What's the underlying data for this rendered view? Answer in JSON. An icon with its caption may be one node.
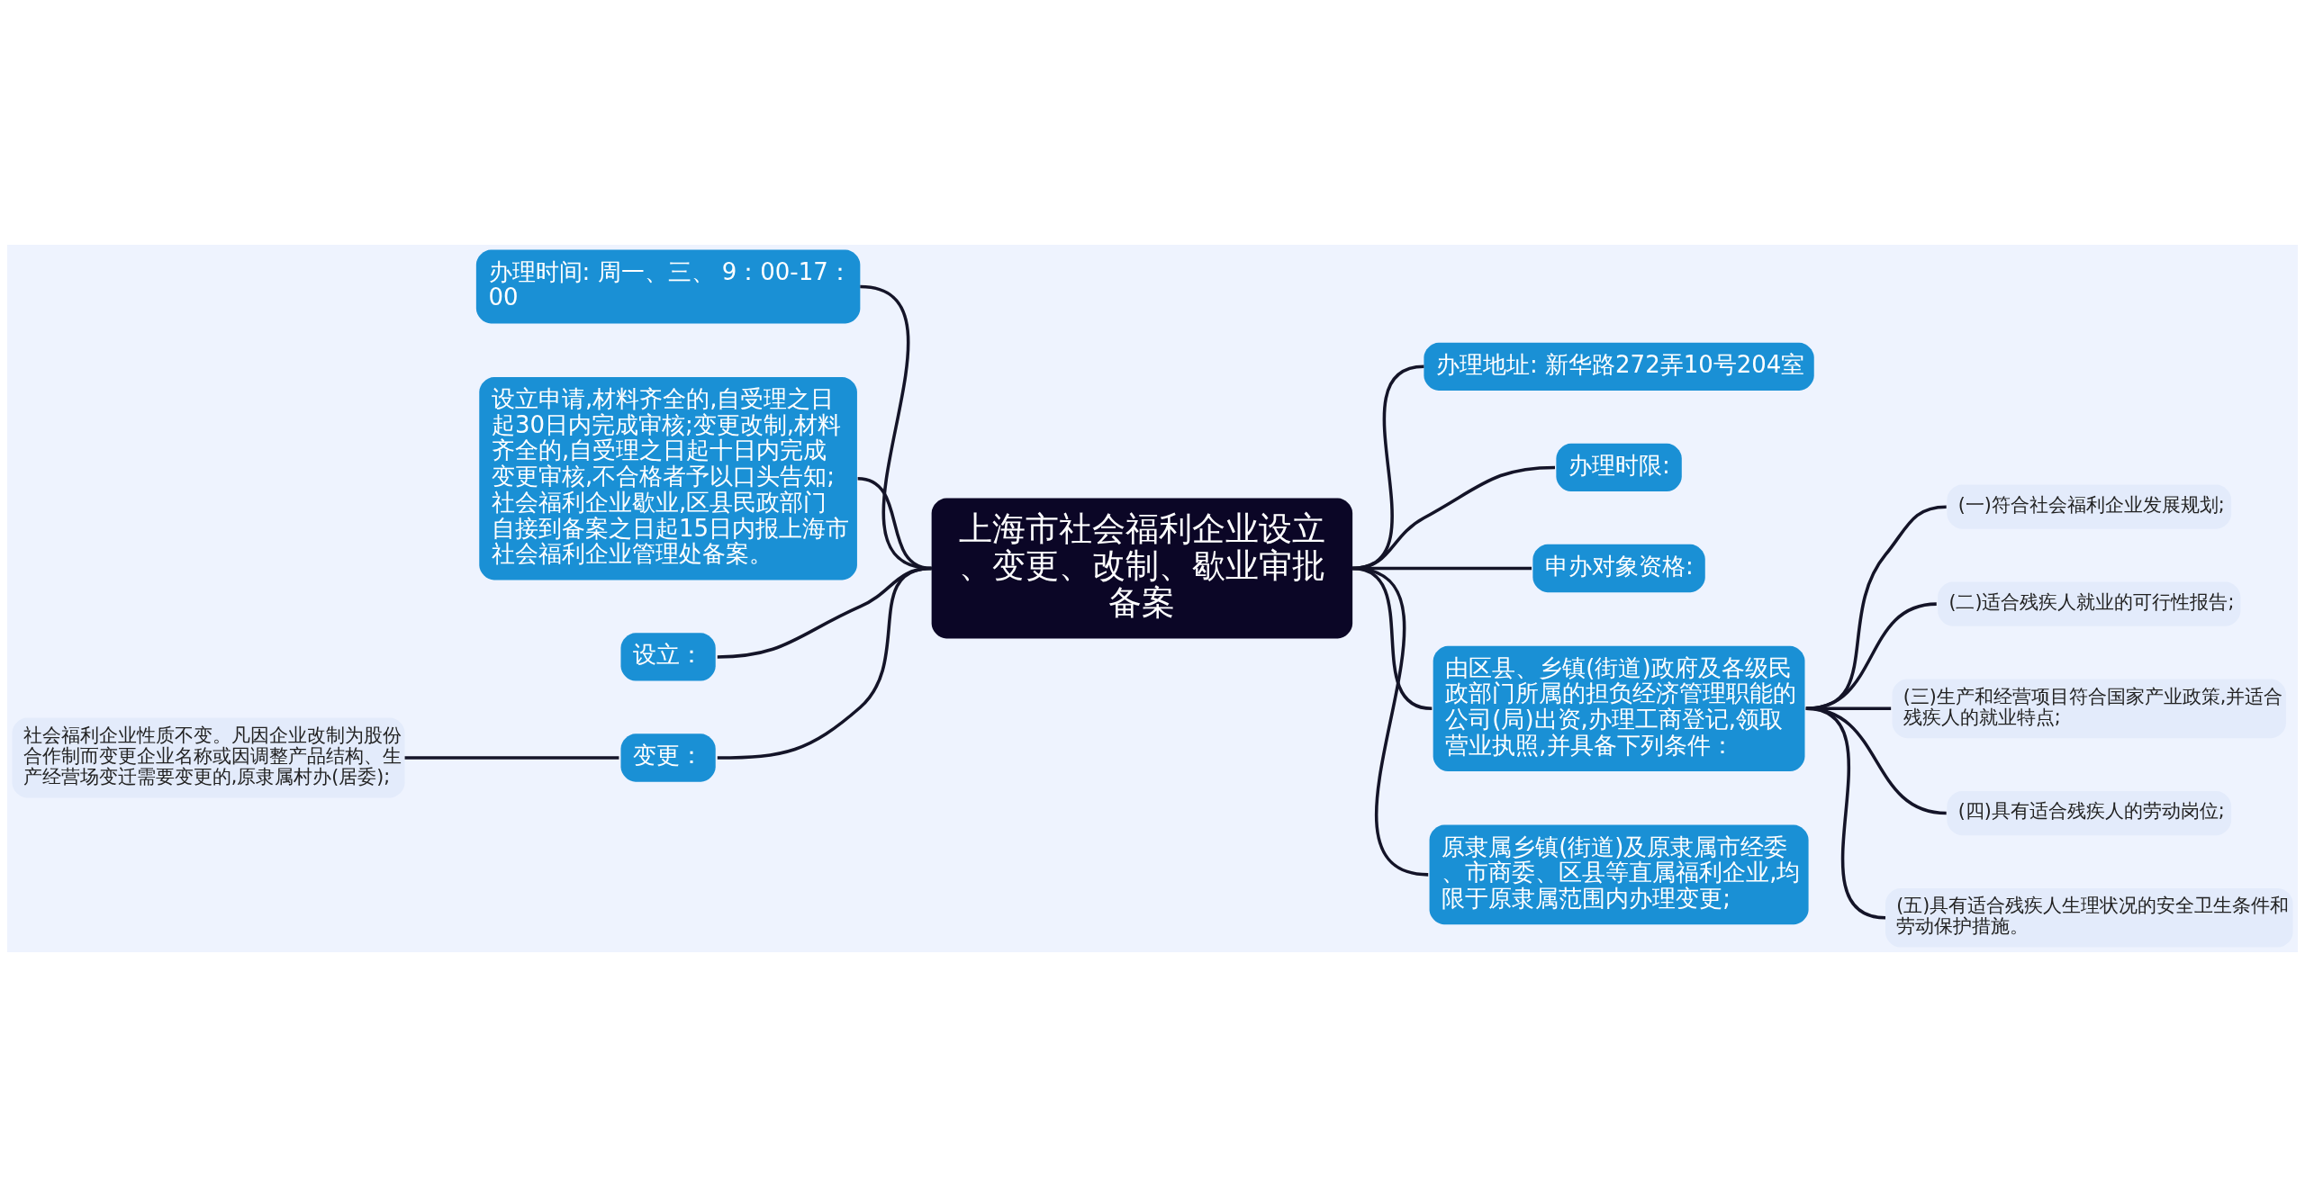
{
  "diagram": {
    "nodes": [
      {
        "text": [
          "上海市社会福利企业设立、变更、改制、歇业审批备案"
        ]
      },
      {
        "text": [
          "办理时间: 周一、三、 9：00-17：00"
        ]
      },
      {
        "text": [
          "设立申请,材料齐全的,自受理之日起30日内完成审核;变更改制,材料齐全的,自受理之日起十日内完成变更审核,不合格者予以口头告知;社会福利企业歇业,区县民政部门自接到备案之日起15日内报上海市社会福利企业管理处备案。"
        ]
      },
      {
        "text": [
          "设立："
        ]
      },
      {
        "text": [
          "变更："
        ]
      },
      {
        "text": [
          "社会福利企业性质不变。凡因企业改制为股份合作制而变更企业名称或因调整产品结构、生产经营场变迁需要变更的,原隶属村办(居委);"
        ]
      },
      {
        "text": [
          "办理地址: 新华路272弄10号204室"
        ]
      },
      {
        "text": [
          "办理时限:"
        ]
      },
      {
        "text": [
          "申办对象资格:"
        ]
      },
      {
        "text": [
          "由区县、乡镇(街道)政府及各级民政部门所属的担负经济管理职能的公司(局)出资,办理工商登记,领取营业执照,并具备下列条件："
        ]
      },
      {
        "text": [
          "(一)符合社会福利企业发展规划;"
        ]
      },
      {
        "text": [
          "(二)适合残疾人就业的可行性报告;"
        ]
      },
      {
        "text": [
          "(三)生产和经营项目符合国家产业政策,并适合残疾人的就业特点;"
        ]
      },
      {
        "text": [
          "(四)具有适合残疾人的劳动岗位;"
        ]
      },
      {
        "text": [
          "(五)具有适合残疾人生理状况的安全卫生条件和劳动保护措施。"
        ]
      },
      {
        "text": [
          "原隶属乡镇(街道)及原隶属市经委、市商委、区县等直属福利企业,均限于原隶属范围内办理变更;"
        ]
      }
    ],
    "edges": [
      {
        "from": 0,
        "to": 1,
        "arrow": "none"
      },
      {
        "from": 0,
        "to": 2,
        "arrow": "none"
      },
      {
        "from": 0,
        "to": 3,
        "arrow": "none"
      },
      {
        "from": 0,
        "to": 4,
        "arrow": "none"
      },
      {
        "from": 4,
        "to": 5,
        "arrow": "none"
      },
      {
        "from": 0,
        "to": 6,
        "arrow": "none"
      },
      {
        "from": 0,
        "to": 7,
        "arrow": "none"
      },
      {
        "from": 0,
        "to": 8,
        "arrow": "none"
      },
      {
        "from": 0,
        "to": 9,
        "arrow": "none"
      },
      {
        "from": 9,
        "to": 10,
        "arrow": "none"
      },
      {
        "from": 9,
        "to": 11,
        "arrow": "none"
      },
      {
        "from": 9,
        "to": 12,
        "arrow": "none"
      },
      {
        "from": 9,
        "to": 13,
        "arrow": "none"
      },
      {
        "from": 9,
        "to": 14,
        "arrow": "none"
      },
      {
        "from": 0,
        "to": 15,
        "arrow": "none"
      }
    ]
  }
}
